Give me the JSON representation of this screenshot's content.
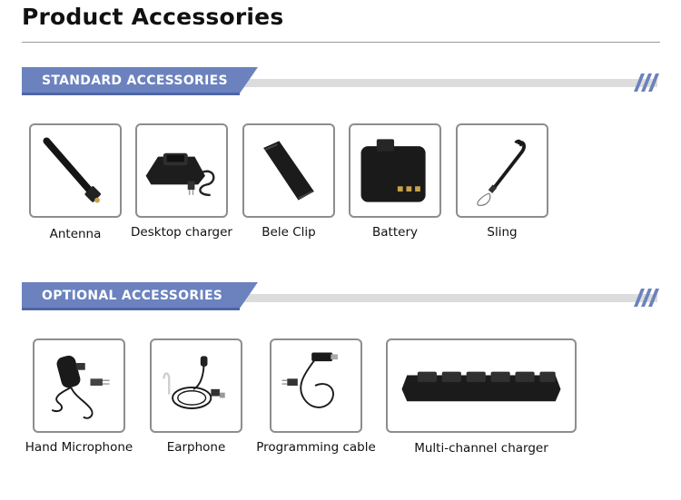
{
  "page": {
    "title": "Product Accessories"
  },
  "sections": [
    {
      "title": "STANDARD ACCESSORIES",
      "items": [
        {
          "label": "Antenna",
          "icon": "antenna-icon"
        },
        {
          "label": "Desktop charger",
          "icon": "desktop-charger-icon"
        },
        {
          "label": "Bele Clip",
          "icon": "belt-clip-icon"
        },
        {
          "label": "Battery",
          "icon": "battery-icon"
        },
        {
          "label": "Sling",
          "icon": "sling-icon"
        }
      ]
    },
    {
      "title": "OPTIONAL ACCESSORIES",
      "items": [
        {
          "label": "Hand Microphone",
          "icon": "hand-microphone-icon"
        },
        {
          "label": "Earphone",
          "icon": "earphone-icon"
        },
        {
          "label": "Programming cable",
          "icon": "programming-cable-icon"
        },
        {
          "label": "Multi-channel charger",
          "icon": "multi-channel-charger-icon"
        }
      ]
    }
  ],
  "colors": {
    "banner": "#6b82be",
    "banner_edge": "#4e66a6",
    "bar": "#dcdcdc",
    "frame": "#8d8d8d"
  }
}
